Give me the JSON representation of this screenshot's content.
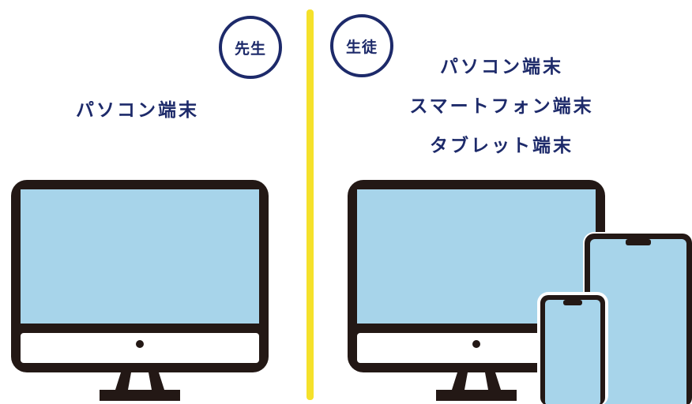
{
  "colors": {
    "navy": "#1d2a6a",
    "divider_yellow": "#f5e12a",
    "screen_blue": "#a7d4ea",
    "outline": "#231815"
  },
  "teacher": {
    "role_label": "先生",
    "device_label": "パソコン端末",
    "icon": "desktop-computer-icon"
  },
  "student": {
    "role_label": "生徒",
    "device_labels": [
      "パソコン端末",
      "スマートフォン端末",
      "タブレット端末"
    ],
    "icons": [
      "desktop-computer-icon",
      "tablet-icon",
      "smartphone-icon"
    ]
  }
}
